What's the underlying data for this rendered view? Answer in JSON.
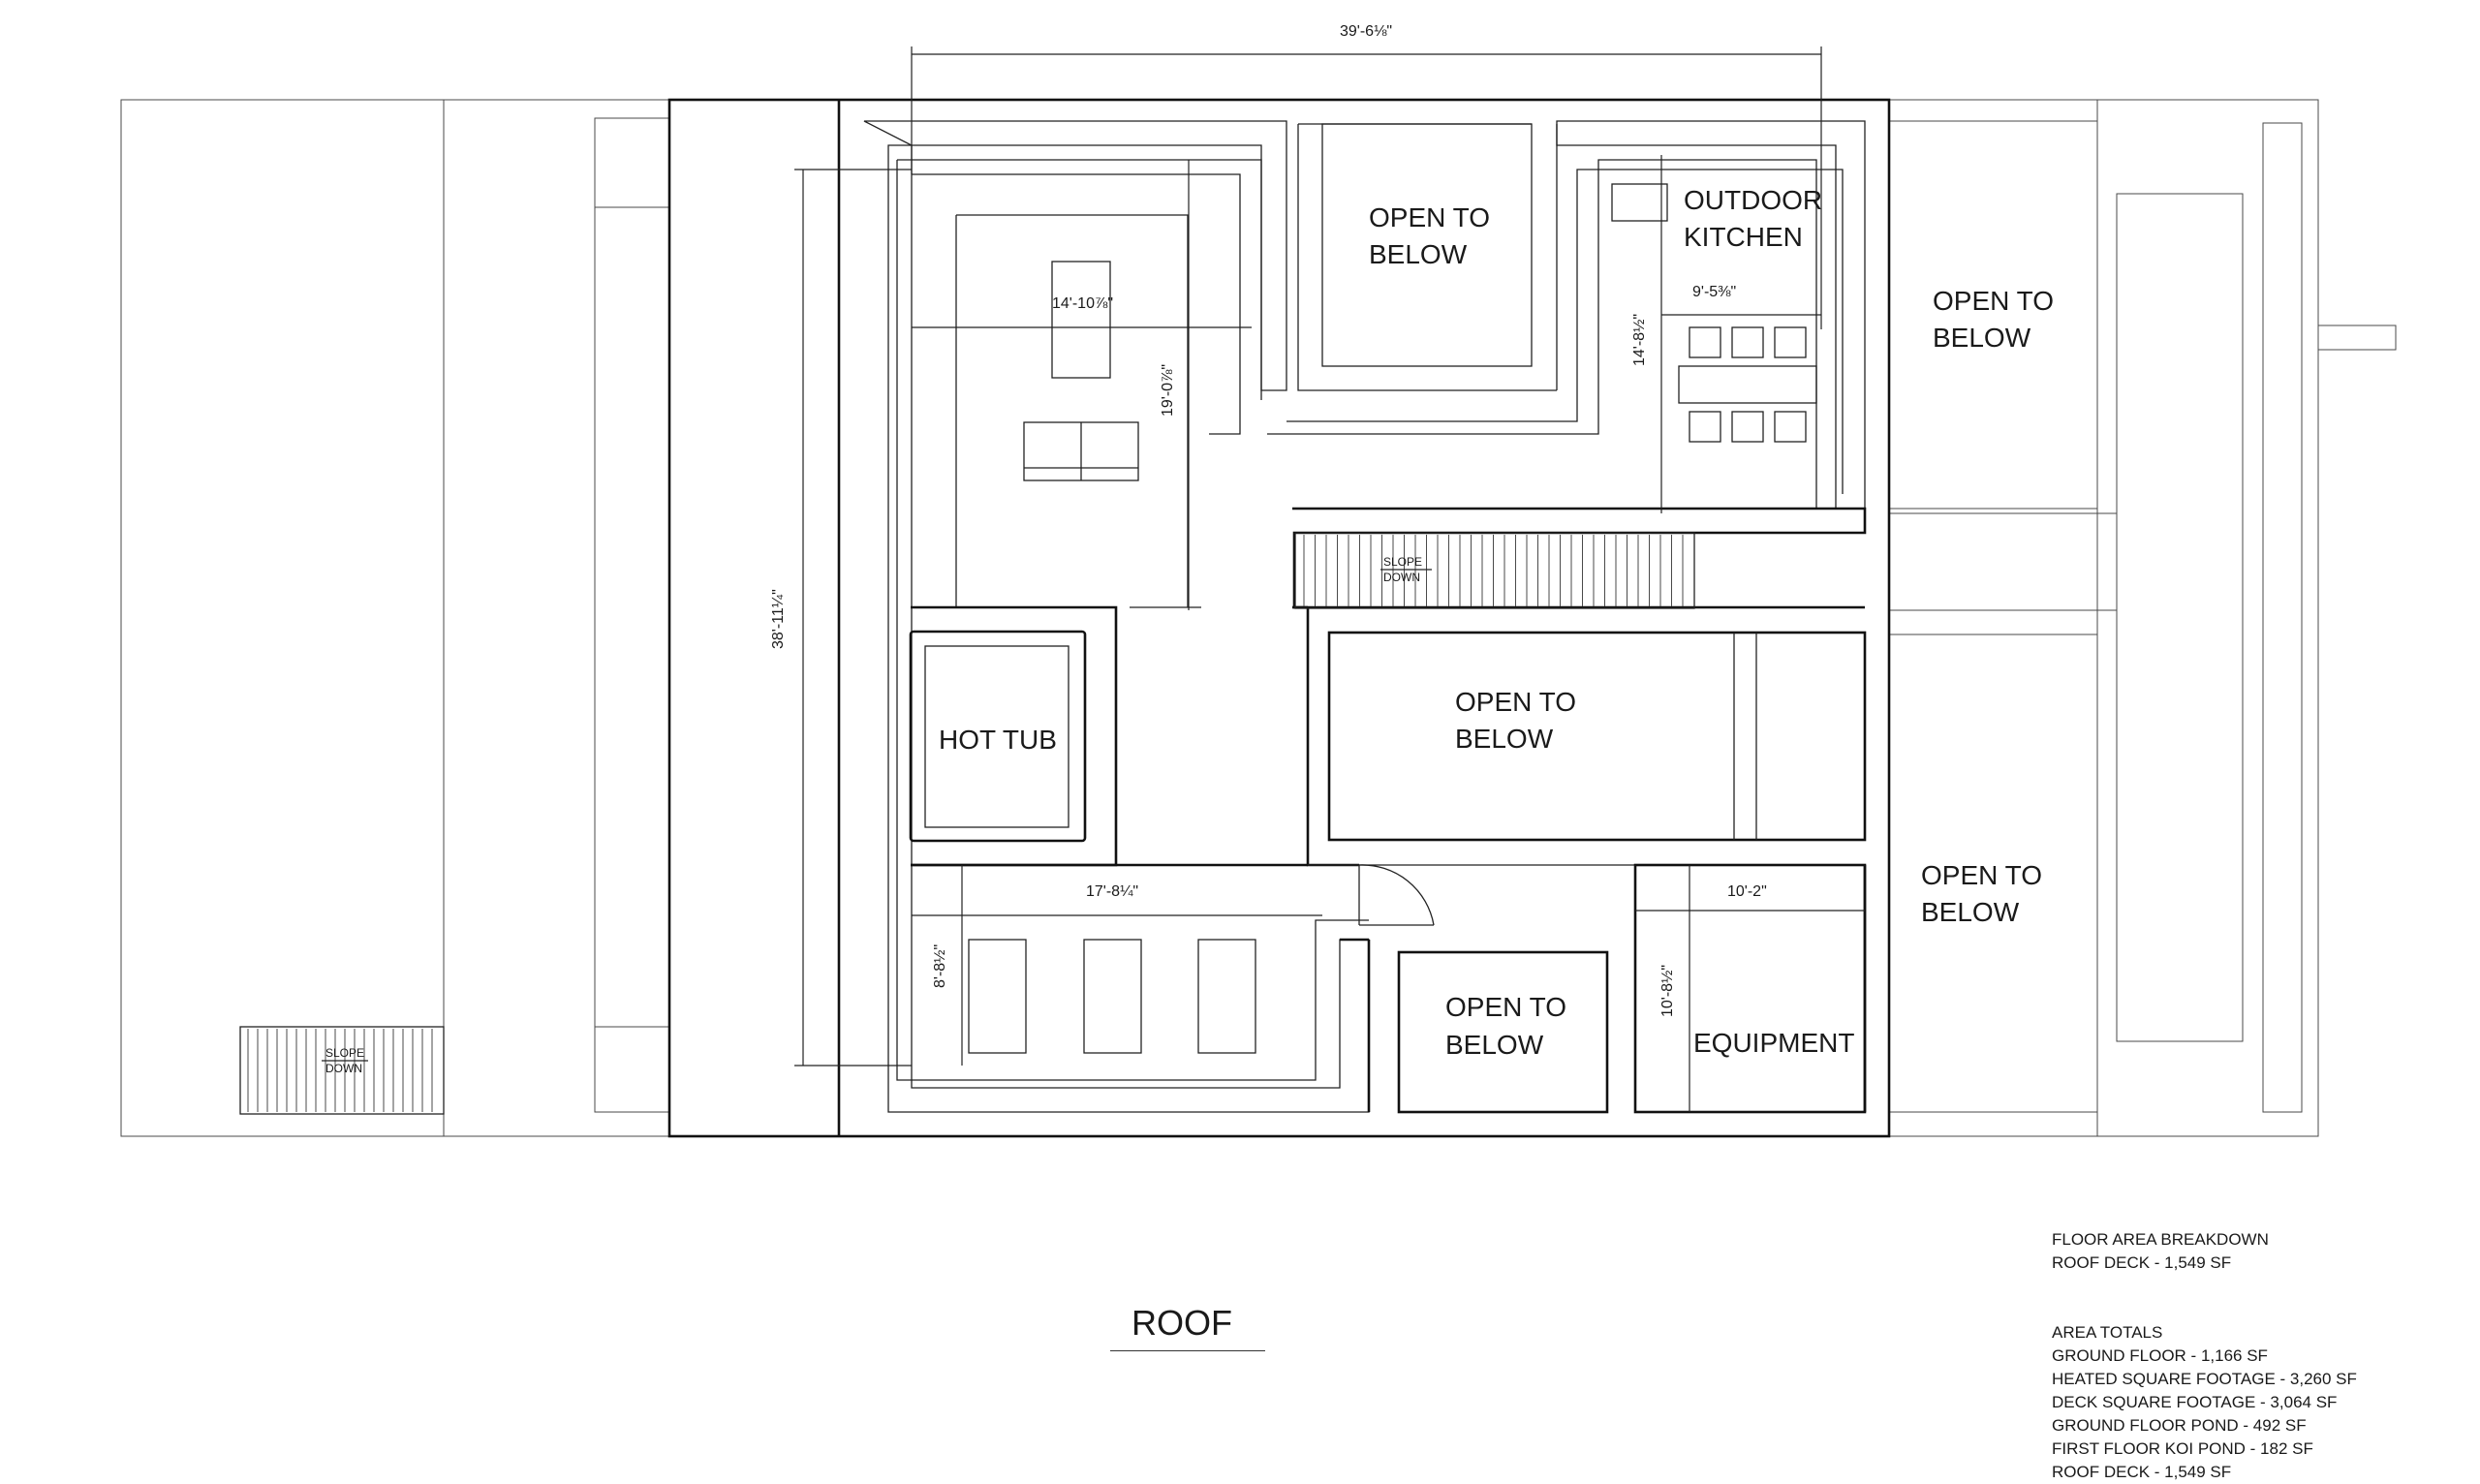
{
  "drawing_title": "ROOF",
  "labels": {
    "open_below_1": [
      "OPEN TO",
      "BELOW"
    ],
    "outdoor_kitchen": [
      "OUTDOOR",
      "KITCHEN"
    ],
    "open_below_right_top": [
      "OPEN TO",
      "BELOW"
    ],
    "open_below_center": [
      "OPEN TO",
      "BELOW"
    ],
    "hot_tub": "HOT TUB",
    "open_below_bottom": [
      "OPEN TO",
      "BELOW"
    ],
    "equipment": "EQUIPMENT",
    "open_below_right_bottom": [
      "OPEN TO",
      "BELOW"
    ]
  },
  "slope": [
    "SLOPE",
    "DOWN"
  ],
  "dimensions": {
    "overall_width": "39'-6⅛\"",
    "overall_depth": "38'-11¼\"",
    "deck_width": "14'-10⅞\"",
    "deck_depth": "19'-0⅞\"",
    "kitchen_width": "9'-5⅜\"",
    "kitchen_depth": "14'-8½\"",
    "lower_width": "17'-8¼\"",
    "lower_depth": "8'-8½\"",
    "equipment_width": "10'-2\"",
    "equipment_depth": "10'-8½\""
  },
  "floor_area": {
    "heading": "FLOOR AREA BREAKDOWN",
    "lines": [
      "ROOF DECK - 1,549 SF"
    ]
  },
  "area_totals": {
    "heading": "AREA TOTALS",
    "lines": [
      "GROUND FLOOR - 1,166 SF",
      "HEATED SQUARE FOOTAGE - 3,260 SF",
      "DECK SQUARE FOOTAGE - 3,064 SF",
      "GROUND FLOOR POND - 492 SF",
      "FIRST FLOOR KOI POND - 182 SF",
      "ROOF DECK - 1,549 SF"
    ]
  }
}
